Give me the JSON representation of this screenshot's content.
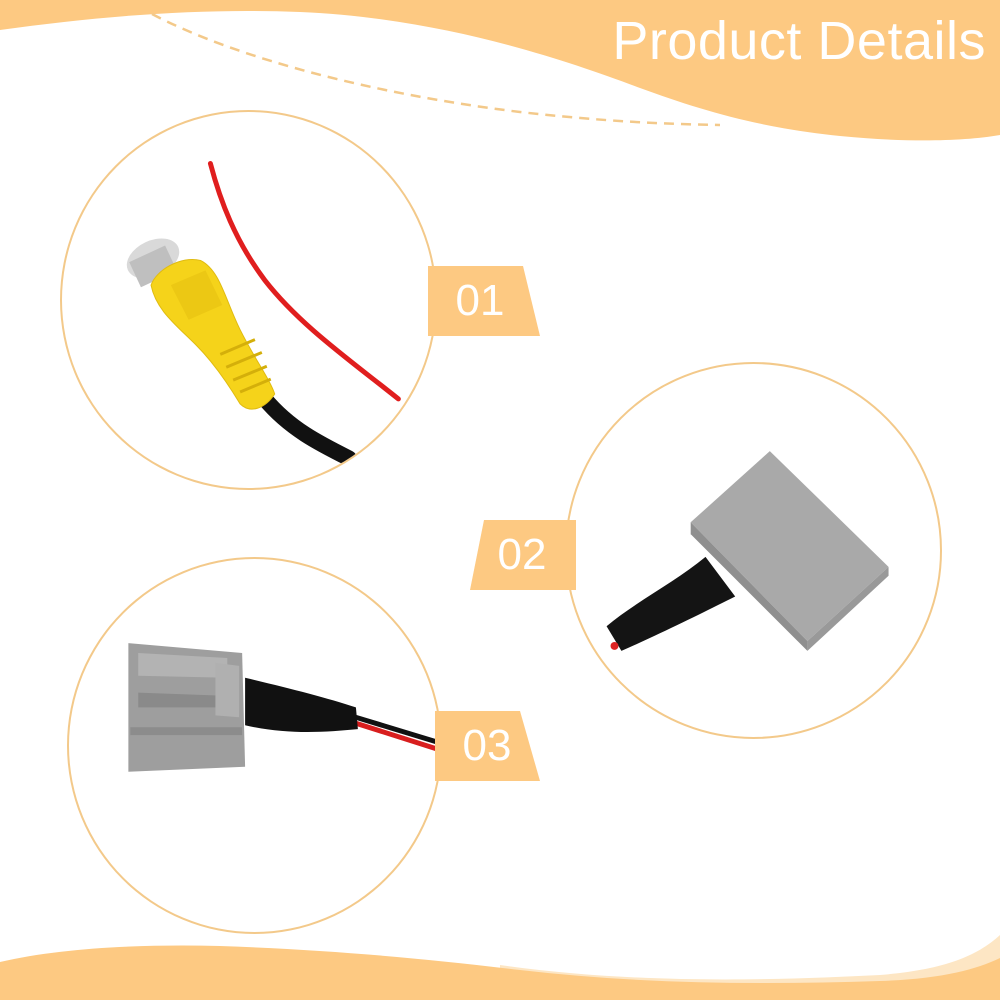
{
  "header": {
    "title": "Product Details"
  },
  "colors": {
    "accent": "#fdc982",
    "accent_light": "#fde6c4",
    "circle_border": "#f3c98a",
    "white": "#ffffff"
  },
  "items": [
    {
      "number": "01",
      "image": "rca-yellow-connector-with-red-wire"
    },
    {
      "number": "02",
      "image": "gray-flat-connector-block"
    },
    {
      "number": "03",
      "image": "gray-multi-pin-harness-connector"
    }
  ]
}
